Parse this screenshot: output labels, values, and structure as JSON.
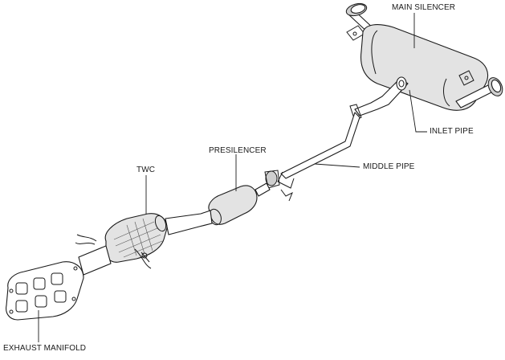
{
  "labels": {
    "main_silencer": "MAIN SILENCER",
    "inlet_pipe": "INLET PIPE",
    "middle_pipe": "MIDDLE PIPE",
    "presilencer": "PRESILENCER",
    "twc": "TWC",
    "exhaust_manifold": "EXHAUST MANIFOLD"
  }
}
